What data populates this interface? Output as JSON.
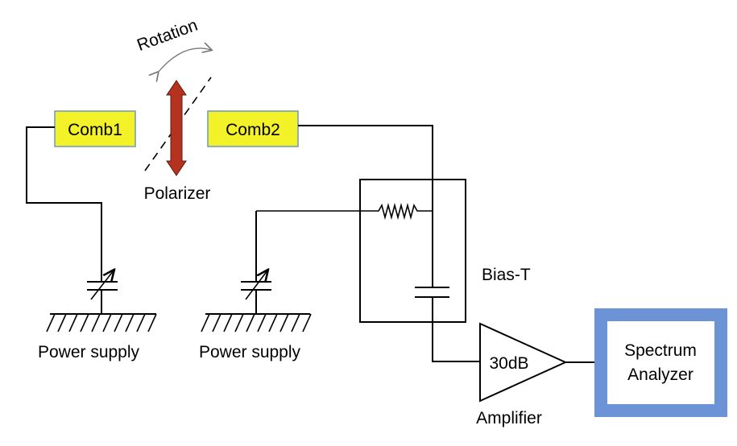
{
  "labels": {
    "rotation": "Rotation",
    "comb1": "Comb1",
    "comb2": "Comb2",
    "polarizer": "Polarizer",
    "bias_t": "Bias-T",
    "power_supply_left": "Power supply",
    "power_supply_right": "Power supply",
    "amplifier_gain": "30dB",
    "amplifier": "Amplifier",
    "analyzer_line1": "Spectrum",
    "analyzer_line2": "Analyzer"
  },
  "colors": {
    "comb_fill": "#f3f127",
    "comb_border": "#6e97c4",
    "polarizer_arrow": "#b5321f",
    "analyzer_border": "#6b93d6",
    "rotation_arrow": "#777777"
  }
}
